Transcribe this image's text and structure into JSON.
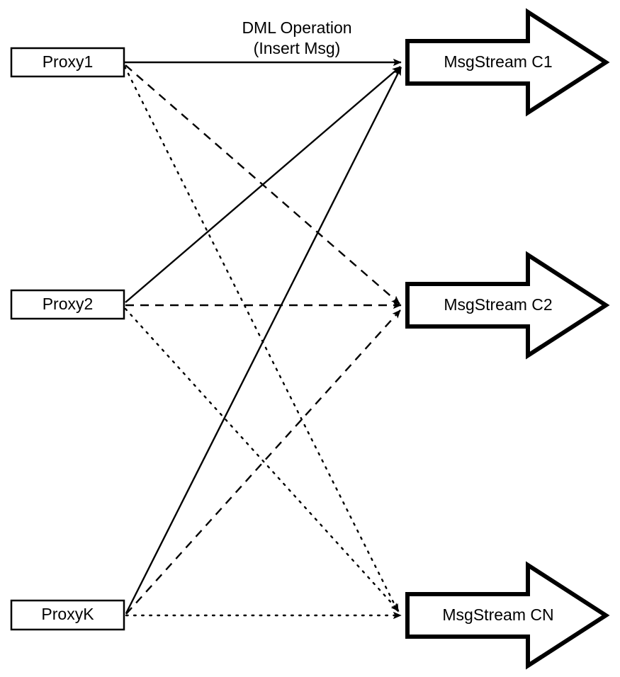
{
  "diagram": {
    "title": "Proxy to MsgStream routing diagram",
    "background_color": "#ffffff",
    "stroke_color": "#000000",
    "annotation": {
      "line1": "DML Operation",
      "line2": "(Insert Msg)"
    },
    "proxies": [
      {
        "id": "proxy1",
        "label": "Proxy1"
      },
      {
        "id": "proxy2",
        "label": "Proxy2"
      },
      {
        "id": "proxyk",
        "label": "ProxyK"
      }
    ],
    "streams": [
      {
        "id": "c1",
        "label": "MsgStream C1"
      },
      {
        "id": "c2",
        "label": "MsgStream C2"
      },
      {
        "id": "cn",
        "label": "MsgStream CN"
      }
    ],
    "connections": [
      {
        "from": "Proxy1",
        "to": "MsgStream C1",
        "style": "solid"
      },
      {
        "from": "Proxy1",
        "to": "MsgStream C2",
        "style": "dashed"
      },
      {
        "from": "Proxy1",
        "to": "MsgStream CN",
        "style": "dotted"
      },
      {
        "from": "Proxy2",
        "to": "MsgStream C1",
        "style": "solid"
      },
      {
        "from": "Proxy2",
        "to": "MsgStream C2",
        "style": "dashed"
      },
      {
        "from": "Proxy2",
        "to": "MsgStream CN",
        "style": "dotted"
      },
      {
        "from": "ProxyK",
        "to": "MsgStream C1",
        "style": "solid"
      },
      {
        "from": "ProxyK",
        "to": "MsgStream C2",
        "style": "dashed"
      },
      {
        "from": "ProxyK",
        "to": "MsgStream CN",
        "style": "dotted"
      }
    ]
  }
}
